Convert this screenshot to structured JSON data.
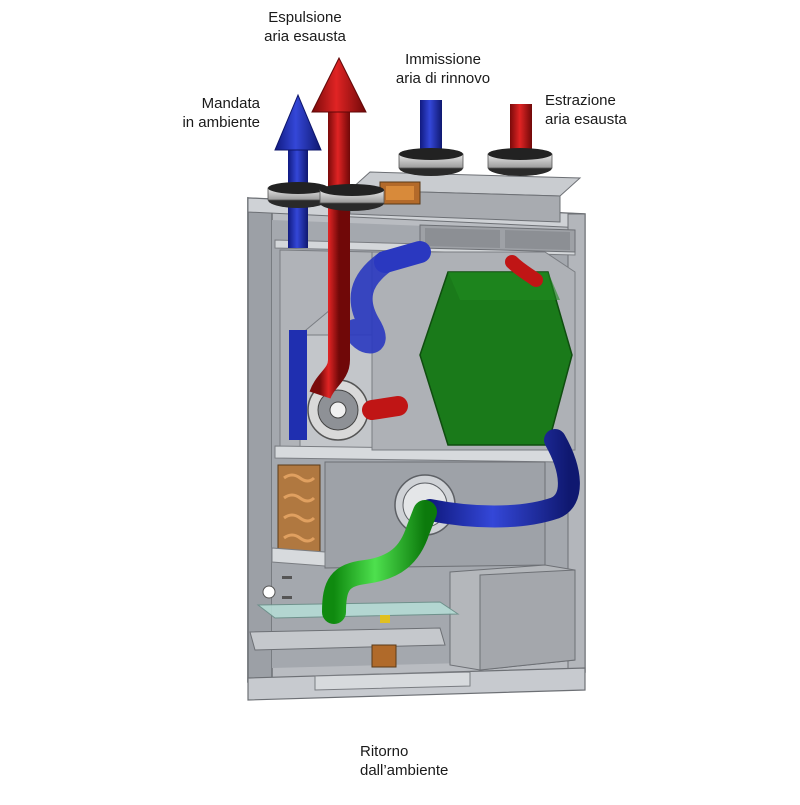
{
  "labels": {
    "espulsione": {
      "line1": "Espulsione",
      "line2": "aria esausta"
    },
    "mandata": {
      "line1": "Mandata",
      "line2": "in ambiente"
    },
    "immissione": {
      "line1": "Immissione",
      "line2": "aria di rinnovo"
    },
    "estrazione": {
      "line1": "Estrazione",
      "line2": "aria esausta"
    },
    "ritorno": {
      "line1": "Ritorno",
      "line2": "dall’ambiente"
    }
  },
  "colors": {
    "supply_blue": "#1f2fb0",
    "exhaust_red": "#c01515",
    "return_green": "#1fb81f",
    "heat_exchanger_green": "#1a7a1a",
    "housing_grey": "#a9adb3"
  }
}
